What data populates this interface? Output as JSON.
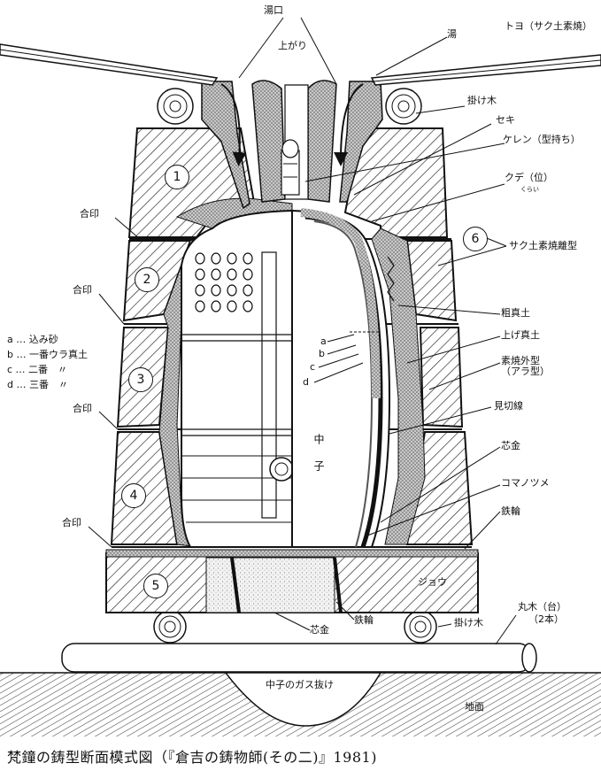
{
  "labels": {
    "yuguchi": "湯口",
    "agari": "上がり",
    "yu": "湯",
    "toyo": "トヨ（サク土素焼）",
    "kakegi_top": "掛け木",
    "seki": "セキ",
    "keren": "ケレン（型持ち）",
    "kude": "クデ（位）",
    "kude_ruby": "くらい",
    "sakudo_rikata": "サク土素焼離型",
    "aiin_1": "合印",
    "aiin_2": "合印",
    "aiin_3": "合印",
    "aiin_4": "合印",
    "legend_a": "a … 込み砂",
    "legend_b": "b … 一番ウラ真土",
    "legend_c": "c … 二番　〃",
    "legend_d": "d … 三番　〃",
    "letter_a": "a",
    "letter_b": "b",
    "letter_c": "c",
    "letter_d": "d",
    "arama": "粗真土",
    "agema": "上げ真土",
    "suyaki_gaikei": "素焼外型\n（アラ型）",
    "mikiri": "見切線",
    "shingane_r": "芯金",
    "komanotsume": "コマノツメ",
    "tetsuwa_r": "鉄輪",
    "nakago": "中子",
    "jou": "ジョウ",
    "shingane_b": "芯金",
    "tetsuwa_b": "鉄輪",
    "kakegi_bottom": "掛け木",
    "maruki": "丸木（台）",
    "maruki_2": "（2本）",
    "gas": "中子のガス抜け",
    "jimen": "地面"
  },
  "section_numbers": [
    "1",
    "2",
    "3",
    "4",
    "5",
    "6"
  ],
  "caption": "梵鐘の鋳型断面模式図（『倉吉の鋳物師(その二)』1981)"
}
